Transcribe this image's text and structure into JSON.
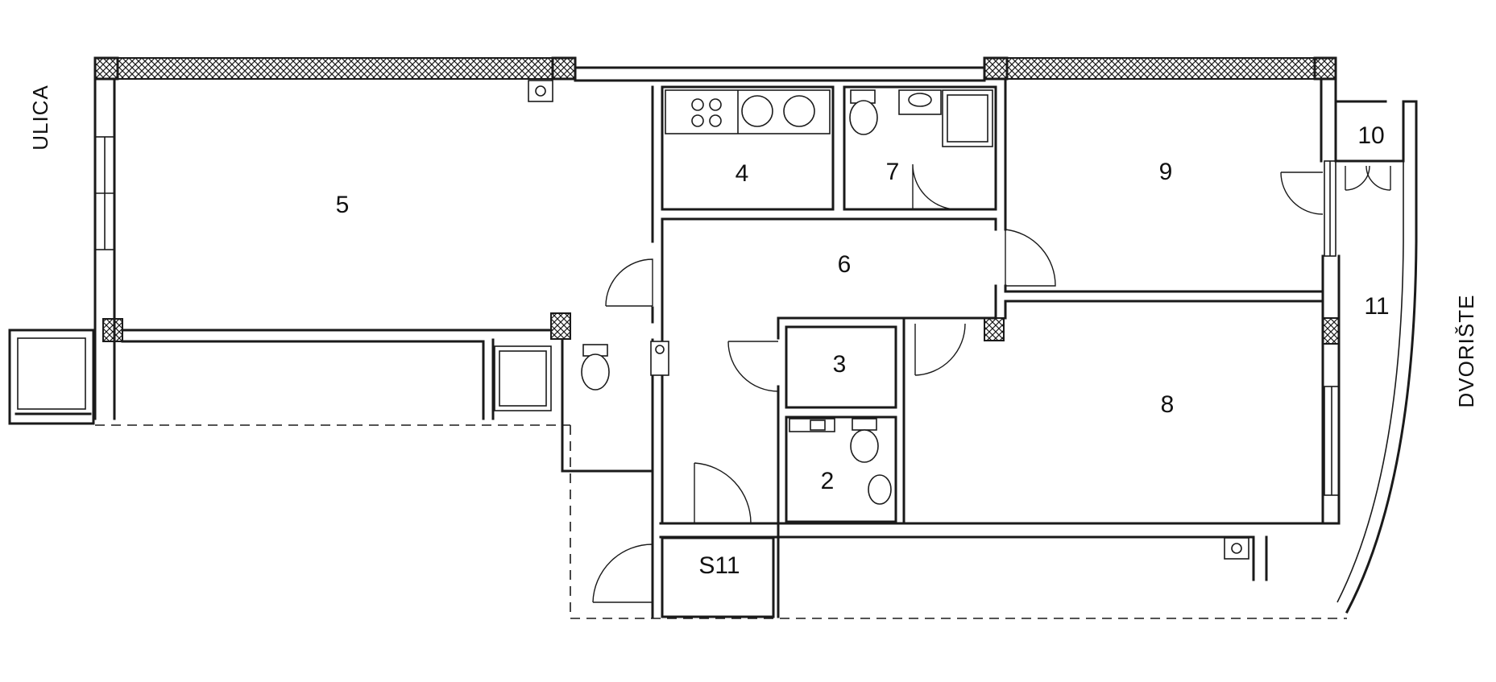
{
  "side_labels": {
    "street": "ULICA",
    "courtyard": "DVORIŠTE"
  },
  "rooms": {
    "r2": "2",
    "r3": "3",
    "r4": "4",
    "r5": "5",
    "r6": "6",
    "r7": "7",
    "r8": "8",
    "r9": "9",
    "r10": "10",
    "r11": "11",
    "s11": "S11"
  },
  "colors": {
    "line": "#1a1a1a",
    "background": "#ffffff",
    "hatch": "#1a1a1a"
  }
}
